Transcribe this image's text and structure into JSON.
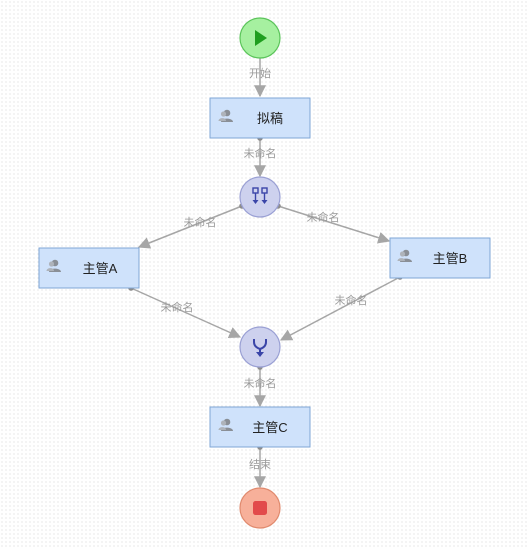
{
  "nodes": {
    "start": {
      "label": ""
    },
    "draft": {
      "label": "拟稿"
    },
    "fork": {
      "label": ""
    },
    "mgr_a": {
      "label": "主管A"
    },
    "mgr_b": {
      "label": "主管B"
    },
    "join": {
      "label": ""
    },
    "mgr_c": {
      "label": "主管C"
    },
    "end": {
      "label": ""
    }
  },
  "edges": {
    "start_draft": "开始",
    "draft_fork": "未命名",
    "fork_a": "未命名",
    "fork_b": "未命名",
    "a_join": "未命名",
    "b_join": "未命名",
    "join_c": "未命名",
    "c_end": "结束"
  },
  "colors": {
    "start_fill": "#a6f0a0",
    "start_stroke": "#5bc45a",
    "start_icon": "#1f9e1f",
    "end_fill": "#f7b09a",
    "end_stroke": "#e08a6e",
    "end_icon": "#e24b4b",
    "gateway_fill": "#cdd1ee",
    "gateway_stroke": "#9aa0d4",
    "gateway_icon": "#3a45a8",
    "task_fill": "#cfe2fb",
    "task_stroke": "#7fa6d6",
    "user_icon": "#8a8f96"
  },
  "icons": {
    "start": "play-icon",
    "end": "stop-icon",
    "fork": "fork-gateway-icon",
    "join": "join-gateway-icon",
    "task": "user-icon"
  }
}
